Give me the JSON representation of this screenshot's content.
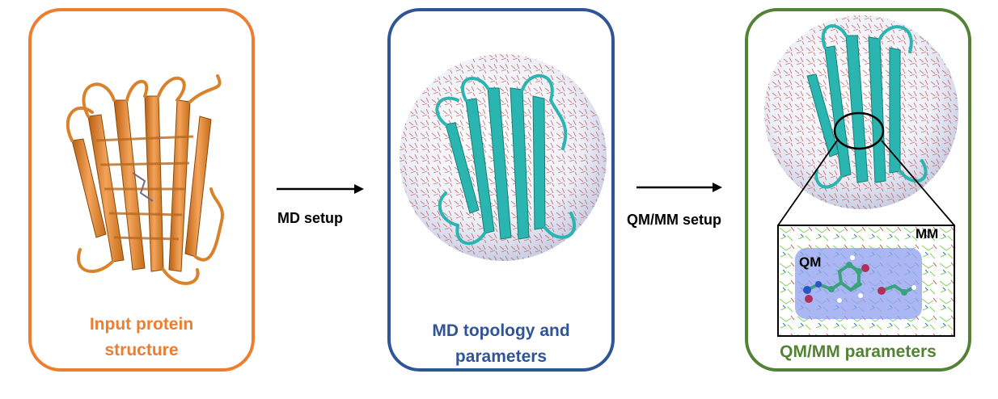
{
  "colors": {
    "input": "#ed7d31",
    "md": "#2f5597",
    "qmmm": "#548235",
    "protein_input": "#d9822b",
    "protein_md": "#2bb5b0",
    "water": "#c0504d",
    "qm_region": "#8f9ff0"
  },
  "panels": [
    {
      "label": "Input protein structure",
      "icon": "protein-ribbon-orange"
    },
    {
      "label": "MD topology and parameters",
      "icon": "solvated-protein-sphere"
    },
    {
      "label": "QM/MM parameters",
      "icon": "solvated-protein-with-qm-zoom"
    }
  ],
  "arrows": [
    {
      "label": "MD setup"
    },
    {
      "label": "QM/MM setup"
    }
  ],
  "regions": {
    "qm": "QM",
    "mm": "MM"
  }
}
